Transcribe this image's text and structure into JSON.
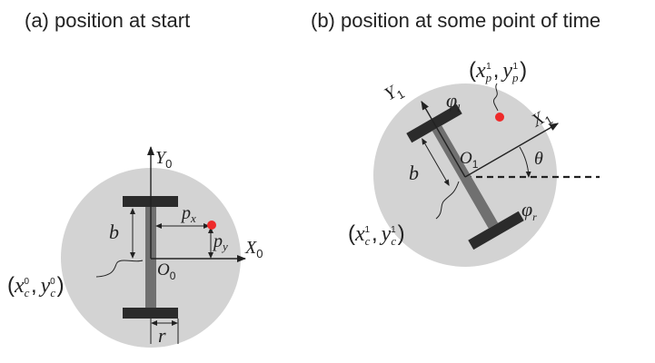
{
  "captions": {
    "a": "(a) position at start",
    "b": "(b) position at some point of time"
  },
  "panel_a": {
    "y_axis": {
      "main": "Y",
      "sub": "0"
    },
    "x_axis": {
      "main": "X",
      "sub": "0"
    },
    "origin": {
      "main": "O",
      "sub": "0"
    },
    "b": "b",
    "r": "r",
    "px": {
      "main": "p",
      "sub": "x"
    },
    "py": {
      "main": "p",
      "sub": "y"
    },
    "center": {
      "open": "(",
      "x": "x",
      "x_sub": "c",
      "x_sup": "0",
      "comma": ",",
      "y": "y",
      "y_sub": "c",
      "y_sup": "0",
      "close": ")"
    }
  },
  "panel_b": {
    "y_axis": {
      "main": "Y",
      "sub": "1"
    },
    "x_axis": {
      "main": "X",
      "sub": "1"
    },
    "origin": {
      "main": "O",
      "sub": "1"
    },
    "b": "b",
    "phi_l": {
      "main": "φ",
      "sub": "l"
    },
    "phi_r": {
      "main": "φ",
      "sub": "r"
    },
    "theta": "θ",
    "point": {
      "open": "(",
      "x": "x",
      "x_sub": "p",
      "x_sup": "1",
      "comma": ",",
      "y": "y",
      "y_sub": "p",
      "y_sup": "1",
      "close": ")"
    },
    "center": {
      "open": "(",
      "x": "x",
      "x_sub": "c",
      "x_sup": "1",
      "comma": ",",
      "y": "y",
      "y_sub": "c",
      "y_sup": "1",
      "close": ")"
    }
  },
  "colors": {
    "body": "#d3d3d3",
    "wheel": "#2b2b2b",
    "axle": "#707070",
    "point": "#ee2a2a",
    "line": "#222222"
  }
}
